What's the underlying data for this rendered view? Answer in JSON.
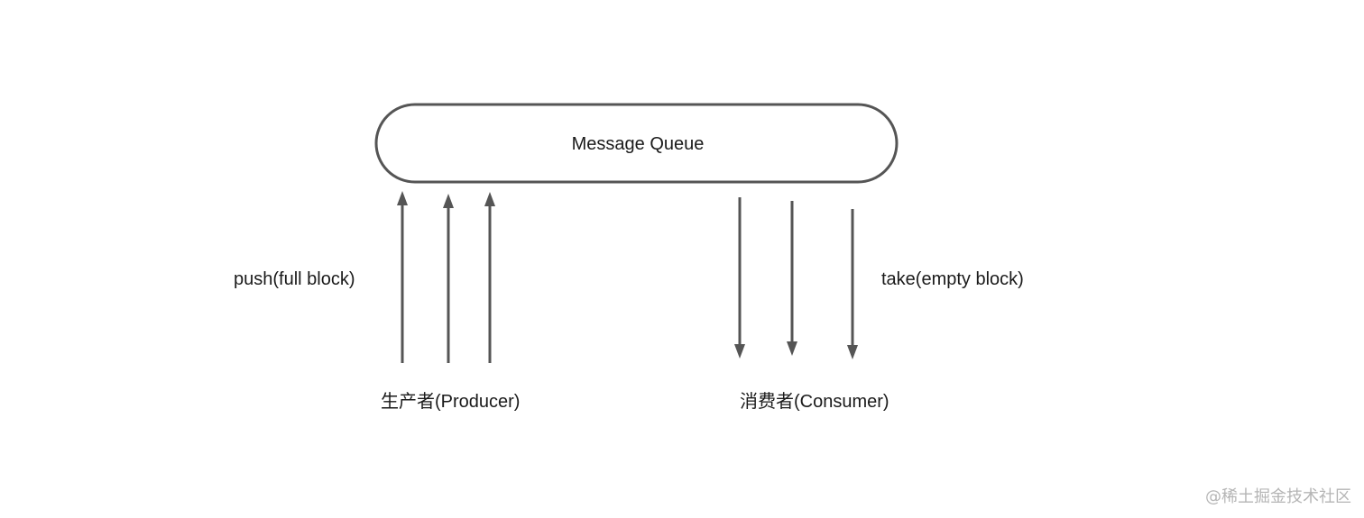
{
  "diagram": {
    "queue": {
      "label": "Message Queue"
    },
    "producer": {
      "label": "生产者(Producer)",
      "operation": "push(full block)",
      "arrow_count": 3
    },
    "consumer": {
      "label": "消费者(Consumer)",
      "operation": "take(empty block)",
      "arrow_count": 3
    },
    "colors": {
      "stroke": "#555555",
      "text": "#1a1a1a",
      "watermark": "#b5b5b5"
    }
  },
  "watermark": {
    "text": "@稀土掘金技术社区"
  }
}
